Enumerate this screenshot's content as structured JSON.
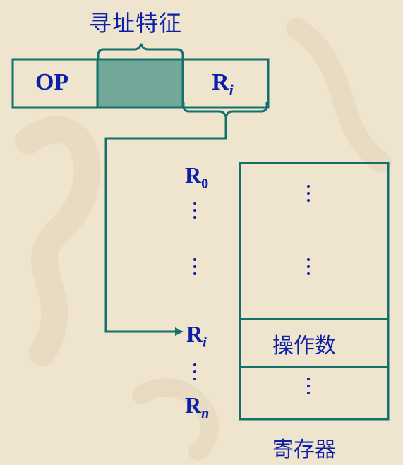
{
  "instruction": {
    "title": "寻址特征",
    "fields": {
      "op": "OP",
      "reg": "R",
      "reg_sub": "i"
    }
  },
  "registers": {
    "r0": {
      "main": "R",
      "sub": "0"
    },
    "ri": {
      "main": "R",
      "sub": "i"
    },
    "rn": {
      "main": "R",
      "sub": "n"
    }
  },
  "register_file": {
    "operand_label": "操作数",
    "caption": "寄存器"
  },
  "colors": {
    "accent": "#13716a",
    "shaded": "#72a79a",
    "text": "#0b1fa8",
    "background": "#efe5cf"
  }
}
